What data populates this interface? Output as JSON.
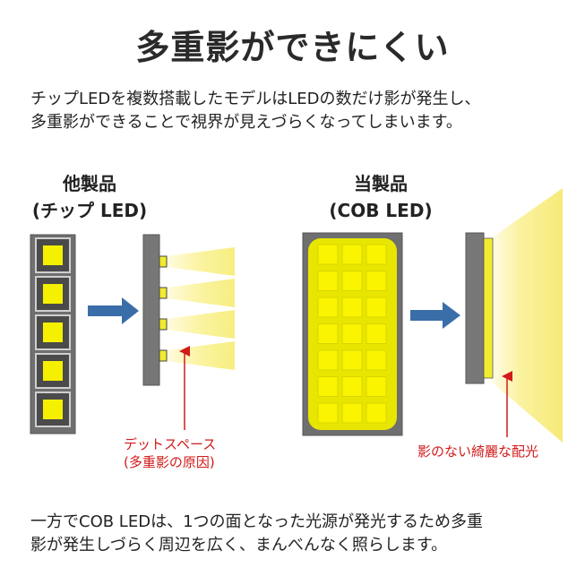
{
  "title": "多重影ができにくい",
  "intro": {
    "line1": "チップLEDを複数搭載したモデルはLEDの数だけ影が発生し、",
    "line2": "多重影ができることで視界が見えづらくなってしまいます。"
  },
  "left": {
    "heading1": "他製品",
    "heading2": "(チップ LED)",
    "chip_count": 5,
    "beam_count": 4,
    "note1": "デットスペース",
    "note2": "(多重影の原因)"
  },
  "right": {
    "heading1": "当製品",
    "heading2": "(COB LED)",
    "grid_rows": 7,
    "grid_cols": 3,
    "note": "影のない綺麗な配光"
  },
  "outro": {
    "line1": "一方でCOB LEDは、1つの面となった光源が発光するため多重",
    "line2": "影が発生しづらく周辺を広く、まんべんなく照らします。"
  },
  "colors": {
    "arrow": "#3a6ea8",
    "panel": "#777777",
    "chip_yellow": "#f5f000",
    "light": "#fbf6a0",
    "cob_fill": "#e8e600",
    "note_red": "#d11a1a"
  }
}
